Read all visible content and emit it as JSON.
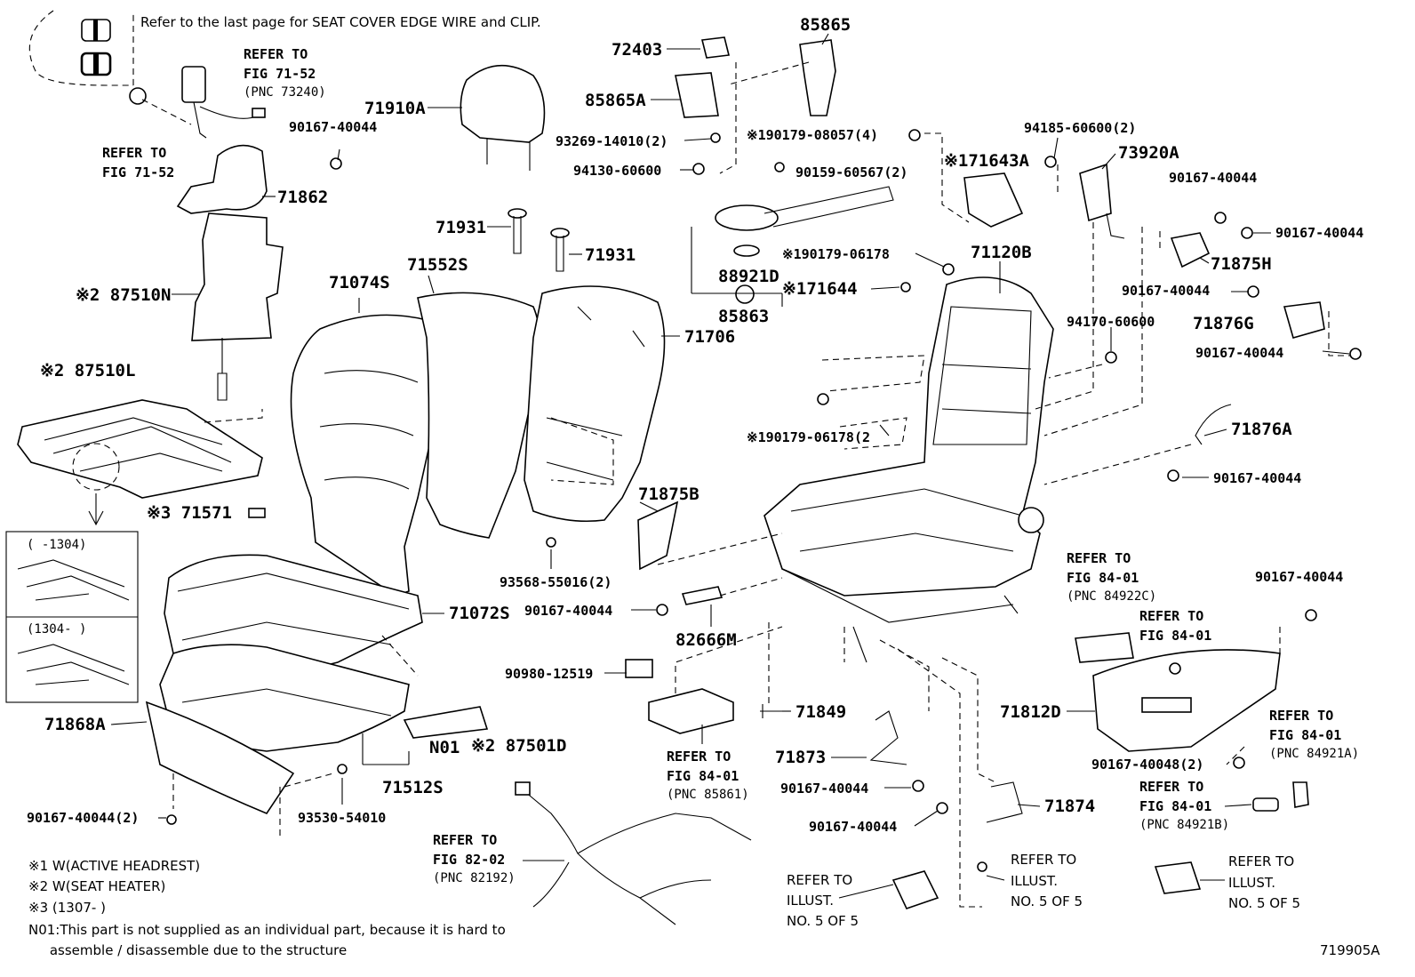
{
  "header_note": "Refer to the last page for SEAT COVER EDGE WIRE and CLIP.",
  "diagram_id": "719905A",
  "labels": {
    "refer_7152_top": [
      "REFER TO",
      "FIG 71-52",
      "(PNC 73240)"
    ],
    "refer_7152_left": [
      "REFER TO",
      "FIG 71-52"
    ],
    "p90167_a": "90167-40044",
    "p71862": "71862",
    "p71910A": "71910A",
    "p72403": "72403",
    "p85865": "85865",
    "p85865A": "85865A",
    "p93269": "93269-14010(2)",
    "p94130": "94130-60600",
    "p190179_08057": "※190179-08057(4)",
    "p90159": "90159-60567(2)",
    "p171643A": "※171643A",
    "p94185": "94185-60600(2)",
    "p73920A": "73920A",
    "p90167_b": "90167-40044",
    "p90167_c": "90167-40044",
    "p71875H": "71875H",
    "p71931_a": "71931",
    "p71931_b": "71931",
    "p88921D": "88921D",
    "p190179_06178_a": "※190179-06178",
    "p71120B": "71120B",
    "p171644": "※171644",
    "p85863": "85863",
    "p87510N": "※2 87510N",
    "p71074S": "71074S",
    "p71552S": "71552S",
    "p71706": "71706",
    "p90167_d": "90167-40044",
    "p94170": "94170-60600",
    "p71876G": "71876G",
    "p90167_e": "90167-40044",
    "p87510L": "※2 87510L",
    "p190179_06178_b": "※190179-06178(2",
    "p71876A": "71876A",
    "p90167_f": "90167-40044",
    "p71571": "※3 71571",
    "p71875B": "71875B",
    "inset_top": "(      -1304)",
    "inset_bottom": "(1304-       )",
    "p93568": "93568-55016(2)",
    "p90167_g": "90167-40044",
    "p71072S": "71072S",
    "refer_8401_a": [
      "REFER TO",
      "FIG 84-01",
      "(PNC 84922C)"
    ],
    "p90167_h": "90167-40044",
    "refer_8401_b": [
      "REFER TO",
      "FIG 84-01"
    ],
    "p82666M": "82666M",
    "p90980": "90980-12519",
    "p71849": "71849",
    "p71812D": "71812D",
    "p71868A": "71868A",
    "p_N01": "N01",
    "p87501D": "※2 87501D",
    "refer_8401_c": [
      "REFER TO",
      "FIG 84-01",
      "(PNC 85861)"
    ],
    "p71873": "71873",
    "refer_8401_d": [
      "REFER TO",
      "FIG 84-01",
      "(PNC 84921A)"
    ],
    "p90167_48": "90167-40048(2)",
    "p71512S": "71512S",
    "p90167_i": "90167-40044",
    "p71874": "71874",
    "refer_8401_e": [
      "REFER TO",
      "FIG 84-01",
      "(PNC 84921B)"
    ],
    "p90167_j": "90167-40044(2)",
    "p93530": "93530-54010",
    "p90167_k": "90167-40044",
    "refer_8202": [
      "REFER TO",
      "FIG 82-02",
      "(PNC 82192)"
    ],
    "refer_illust_a": [
      "REFER TO",
      "ILLUST.",
      "NO. 5 OF 5"
    ],
    "refer_illust_b": [
      "REFER TO",
      "ILLUST.",
      "NO. 5 OF 5"
    ],
    "refer_illust_c": [
      "REFER TO",
      "ILLUST.",
      "NO. 5 OF 5"
    ]
  },
  "footnotes": [
    "※1 W(ACTIVE HEADREST)",
    "※2 W(SEAT HEATER)",
    "※3 (1307-        )",
    "N01:This part is not supplied as an individual part, because it is hard to",
    "     assemble / disassemble due to the structure"
  ]
}
